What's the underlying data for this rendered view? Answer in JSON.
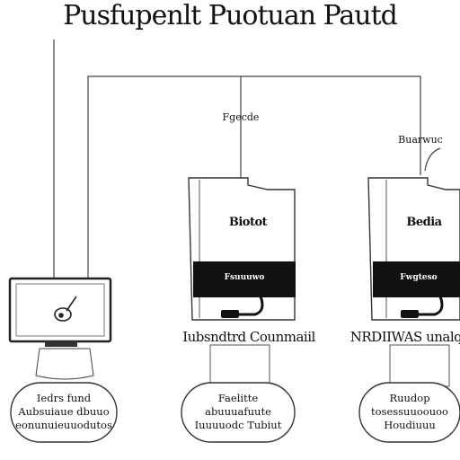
{
  "title": "Pusfupenlt Puotuan Pautd",
  "computer": {
    "screen_icon": "guitar-icon"
  },
  "devices": [
    {
      "top_label": "Fgecde",
      "body_label": "Biotot",
      "band_label": "Fsuuuwo",
      "caption": "Iubsndtrd Counmaiil"
    },
    {
      "top_label": "Buarwuc",
      "body_label": "Bedia",
      "band_label": "Fwgteso",
      "caption": "NRDIIWAS unalq"
    }
  ],
  "ovals": [
    {
      "lines": [
        "Iedrs fund",
        "Aubsuiaue dbuuo",
        "eonunuieuuodutos"
      ]
    },
    {
      "lines": [
        "Faelitte",
        "abuuuafuute",
        "Iuuuuodc Tubiut"
      ]
    },
    {
      "lines": [
        "Ruudop",
        "tosessuuoouoo",
        "Houdiuuu"
      ]
    }
  ]
}
